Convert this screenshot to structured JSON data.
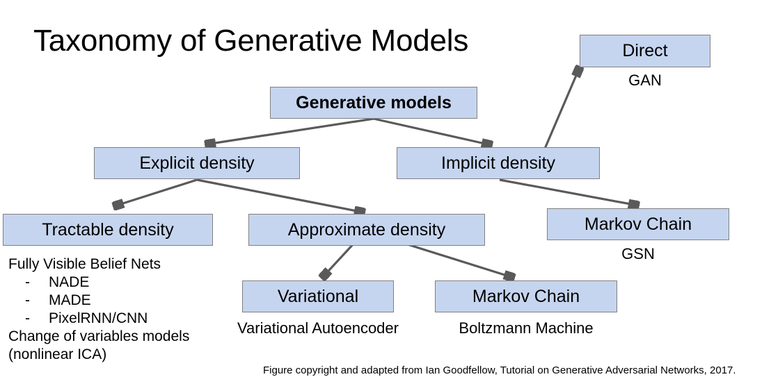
{
  "title": "Taxonomy of Generative Models",
  "footnote": "Figure copyright and adapted from Ian Goodfellow, Tutorial on Generative Adversarial Networks, 2017.",
  "colors": {
    "box_fill": "#c6d5ef",
    "box_border": "#808080",
    "arrow": "#5a5a5a",
    "text": "#000000",
    "background": "#ffffff"
  },
  "nodes": {
    "generative_models": "Generative models",
    "explicit_density": "Explicit density",
    "implicit_density": "Implicit density",
    "tractable_density": "Tractable density",
    "approximate_density": "Approximate density",
    "direct": "Direct",
    "markov_chain_implicit": "Markov Chain",
    "variational": "Variational",
    "markov_chain_approx": "Markov Chain"
  },
  "captions": {
    "direct": "GAN",
    "markov_chain_implicit": "GSN",
    "variational": "Variational Autoencoder",
    "markov_chain_approx": "Boltzmann Machine"
  },
  "tractable_examples": {
    "heading": "Fully Visible Belief Nets",
    "bullet_marker": "-",
    "items": [
      "NADE",
      "MADE",
      "PixelRNN/CNN"
    ],
    "extra_line_1": "Change of variables models",
    "extra_line_2": "(nonlinear ICA)"
  },
  "edges": [
    {
      "from": "generative_models",
      "to": "explicit_density"
    },
    {
      "from": "generative_models",
      "to": "implicit_density"
    },
    {
      "from": "explicit_density",
      "to": "tractable_density"
    },
    {
      "from": "explicit_density",
      "to": "approximate_density"
    },
    {
      "from": "implicit_density",
      "to": "direct"
    },
    {
      "from": "implicit_density",
      "to": "markov_chain_implicit"
    },
    {
      "from": "approximate_density",
      "to": "variational"
    },
    {
      "from": "approximate_density",
      "to": "markov_chain_approx"
    }
  ]
}
